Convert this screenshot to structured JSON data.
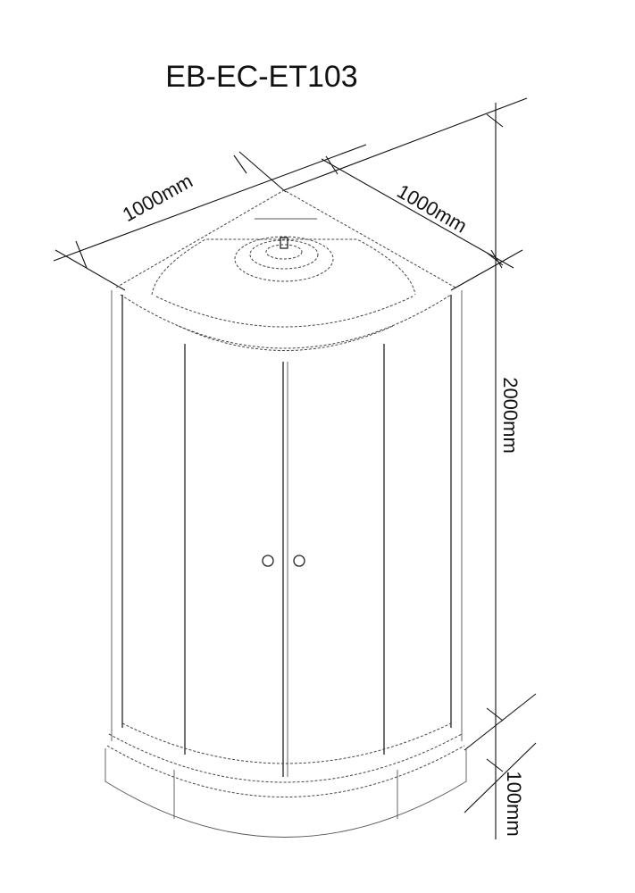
{
  "title": "EB-EC-ET103",
  "dimensions": {
    "width_left": "1000mm",
    "width_right": "1000mm",
    "height": "2000mm",
    "tray_height": "100mm"
  }
}
